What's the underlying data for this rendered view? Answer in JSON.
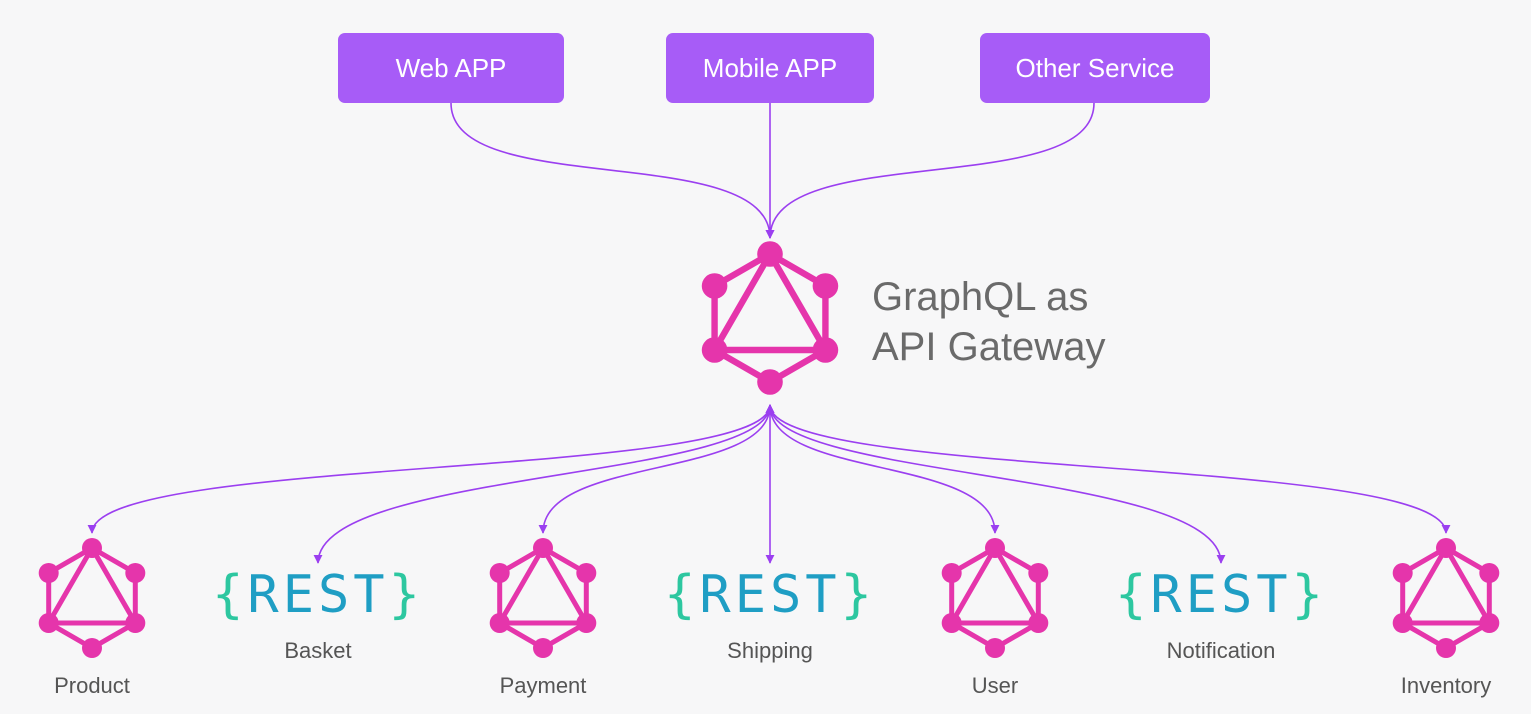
{
  "clients": [
    {
      "label": "Web APP"
    },
    {
      "label": "Mobile APP"
    },
    {
      "label": "Other Service"
    }
  ],
  "gateway": {
    "title_line1": "GraphQL as",
    "title_line2": "API Gateway",
    "icon": "graphql-icon"
  },
  "services": [
    {
      "name": "Product",
      "kind": "graphql"
    },
    {
      "name": "Basket",
      "kind": "rest"
    },
    {
      "name": "Payment",
      "kind": "graphql"
    },
    {
      "name": "Shipping",
      "kind": "rest"
    },
    {
      "name": "User",
      "kind": "graphql"
    },
    {
      "name": "Notification",
      "kind": "rest"
    },
    {
      "name": "Inventory",
      "kind": "graphql"
    }
  ],
  "rest_logo": {
    "open": "{",
    "word": "REST",
    "close": "}"
  },
  "colors": {
    "client_box": "#a75cf7",
    "connector": "#9b3ff0",
    "graphql_pink": "#e535ab",
    "rest_brace": "#2dc7a0",
    "rest_word": "#1f9ec4",
    "label_text": "#555555",
    "title_text": "#6a6a6a",
    "background": "#f7f7f8"
  }
}
